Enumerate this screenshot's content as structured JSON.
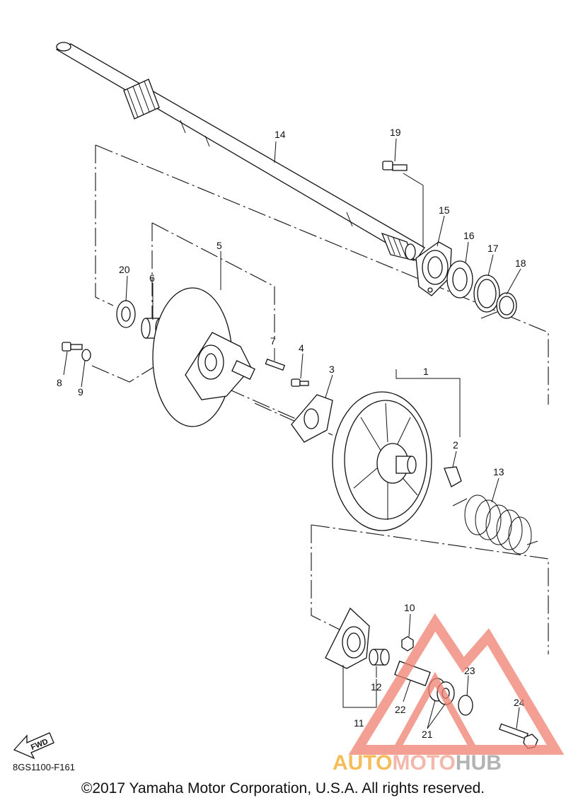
{
  "labels": [
    "1",
    "2",
    "3",
    "4",
    "5",
    "6",
    "7",
    "8",
    "9",
    "10",
    "11",
    "12",
    "13",
    "14",
    "15",
    "16",
    "17",
    "18",
    "19",
    "20",
    "21",
    "22",
    "23",
    "24"
  ],
  "fwd_label": "FWD",
  "diagram_code": "8GS1100-F161",
  "watermark": {
    "text_a": "AUTO",
    "text_b": "MOTO",
    "text_c": "HUB",
    "color_a": "#f5a623",
    "color_b": "#f0a090",
    "color_c": "#9a9a9a"
  },
  "copyright": "©2017 Yamaha Motor Corporation, U.S.A. All rights reserved."
}
